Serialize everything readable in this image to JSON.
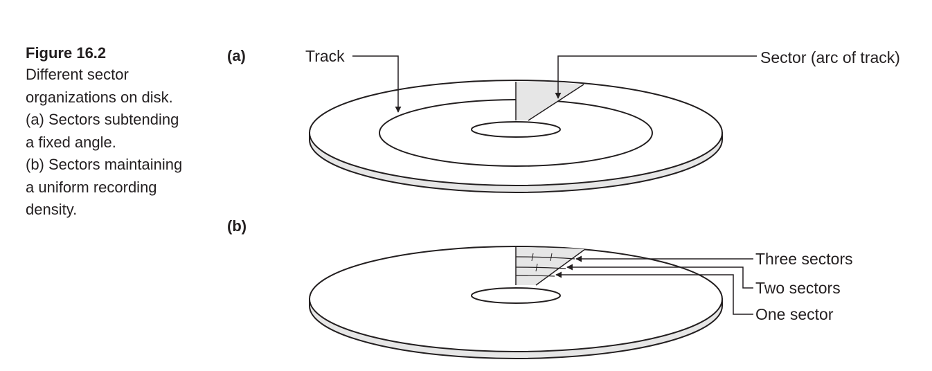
{
  "caption": {
    "title": "Figure 16.2",
    "lines": [
      "Different sector",
      "organizations on disk.",
      "(a) Sectors subtending",
      "a fixed angle.",
      "(b) Sectors maintaining",
      "a uniform recording",
      "density."
    ]
  },
  "part_a": {
    "label": "(a)",
    "track_label": "Track",
    "sector_label": "Sector (arc of track)"
  },
  "part_b": {
    "label": "(b)",
    "three_sectors_label": "Three sectors",
    "two_sectors_label": "Two sectors",
    "one_sector_label": "One sector"
  },
  "colors": {
    "ink": "#231f20",
    "shade": "#e6e6e6",
    "paper": "#ffffff"
  }
}
